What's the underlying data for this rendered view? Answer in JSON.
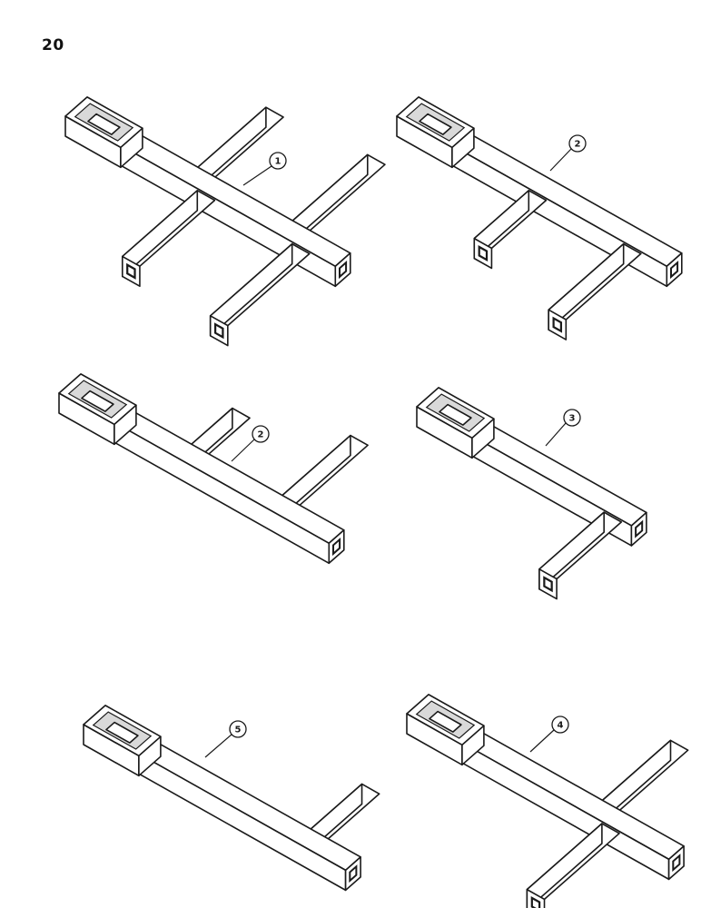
{
  "page": {
    "number": "20"
  },
  "figures": [
    {
      "id": "fig-1",
      "callout": "1"
    },
    {
      "id": "fig-2a",
      "callout": "2"
    },
    {
      "id": "fig-2b",
      "callout": "2"
    },
    {
      "id": "fig-3",
      "callout": "3"
    },
    {
      "id": "fig-5",
      "callout": "5"
    },
    {
      "id": "fig-4",
      "callout": "4"
    }
  ],
  "colors": {
    "line": "#1a1a1a",
    "background": "#ffffff"
  }
}
